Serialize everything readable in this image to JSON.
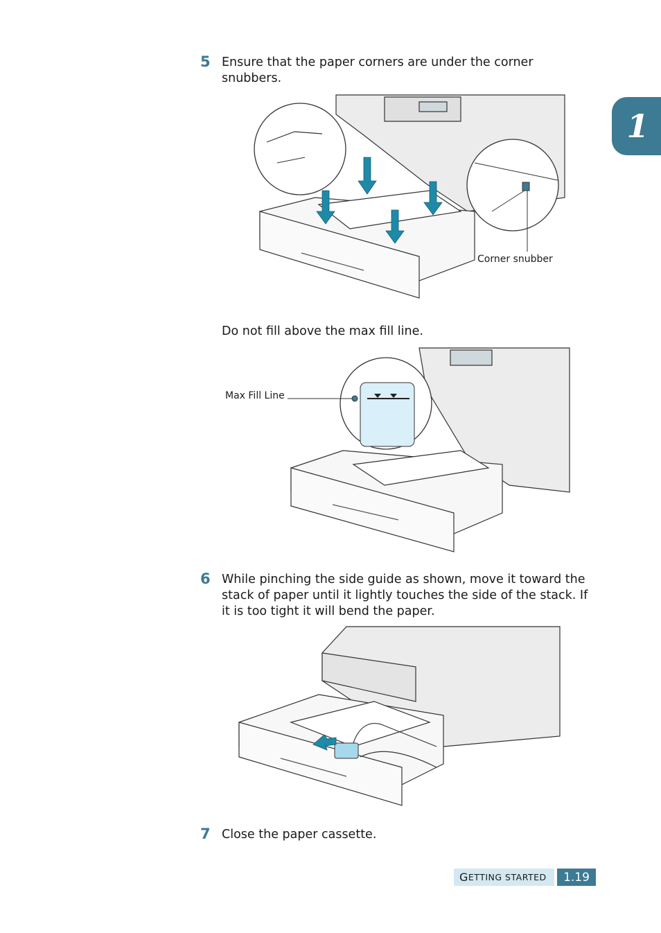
{
  "chapter": {
    "number": "1"
  },
  "steps": [
    {
      "number": "5",
      "lines": [
        "Ensure that the paper corners are under the corner",
        "snubbers."
      ]
    },
    {
      "number": "6",
      "lines": [
        "While pinching the side guide as shown, move it toward the",
        "stack of paper until it lightly touches the side of the stack. If",
        "it is too tight it will bend the paper."
      ]
    },
    {
      "number": "7",
      "lines": [
        "Close the paper cassette."
      ]
    }
  ],
  "note": "Do not fill above the max fill line.",
  "figure_labels": {
    "corner_snubber": "Corner snubber",
    "max_fill_line": "Max Fill Line"
  },
  "footer": {
    "section_first": "G",
    "section_rest": "ETTING STARTED",
    "page": "1.19"
  },
  "colors": {
    "accent": "#3d7a93",
    "arrow": "#1f8aa8",
    "footer_bg": "#d4e8f1"
  }
}
